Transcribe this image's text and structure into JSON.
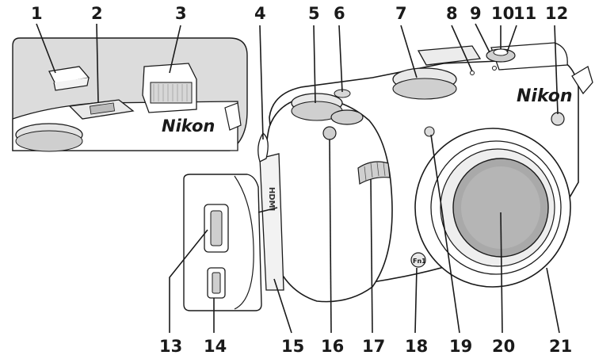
{
  "brand": "Nikon",
  "callouts": [
    {
      "id": "1",
      "label": "1"
    },
    {
      "id": "2",
      "label": "2"
    },
    {
      "id": "3",
      "label": "3"
    },
    {
      "id": "4",
      "label": "4"
    },
    {
      "id": "5",
      "label": "5"
    },
    {
      "id": "6",
      "label": "6"
    },
    {
      "id": "7",
      "label": "7"
    },
    {
      "id": "8",
      "label": "8"
    },
    {
      "id": "9",
      "label": "9"
    },
    {
      "id": "10",
      "label": "10"
    },
    {
      "id": "11",
      "label": "11"
    },
    {
      "id": "12",
      "label": "12"
    },
    {
      "id": "13",
      "label": "13"
    },
    {
      "id": "14",
      "label": "14"
    },
    {
      "id": "15",
      "label": "15"
    },
    {
      "id": "16",
      "label": "16"
    },
    {
      "id": "17",
      "label": "17"
    },
    {
      "id": "18",
      "label": "18"
    },
    {
      "id": "19",
      "label": "19"
    },
    {
      "id": "20",
      "label": "20"
    },
    {
      "id": "21",
      "label": "21"
    }
  ],
  "colors": {
    "inset_bg": "#dcdcdc",
    "body_fill": "#ffffff",
    "lens_glass": "#a9a9a9",
    "outline": "#1a1a1a"
  }
}
